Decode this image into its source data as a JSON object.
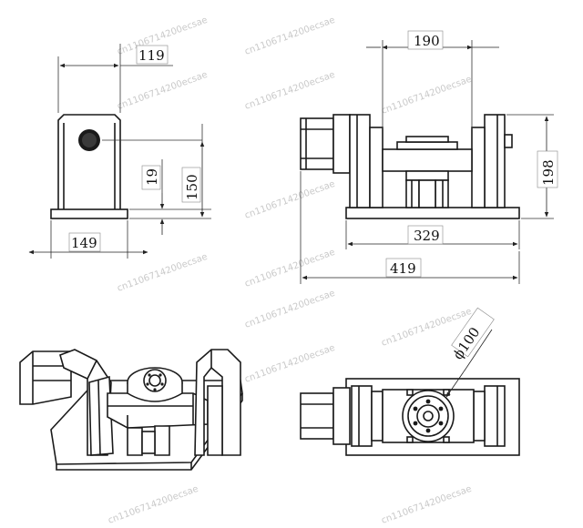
{
  "dimensions": {
    "side_width": "119",
    "side_hole_offset": "19",
    "side_height": "150",
    "side_base_width": "149",
    "front_top_width": "190",
    "front_height": "198",
    "front_inner_width": "329",
    "front_overall_width": "419",
    "top_diameter": "ϕ100"
  },
  "watermark": "cn1106714200ecsae",
  "colors": {
    "line": "#1a1a1a",
    "background": "#ffffff",
    "watermark": "#c9c9c9"
  }
}
